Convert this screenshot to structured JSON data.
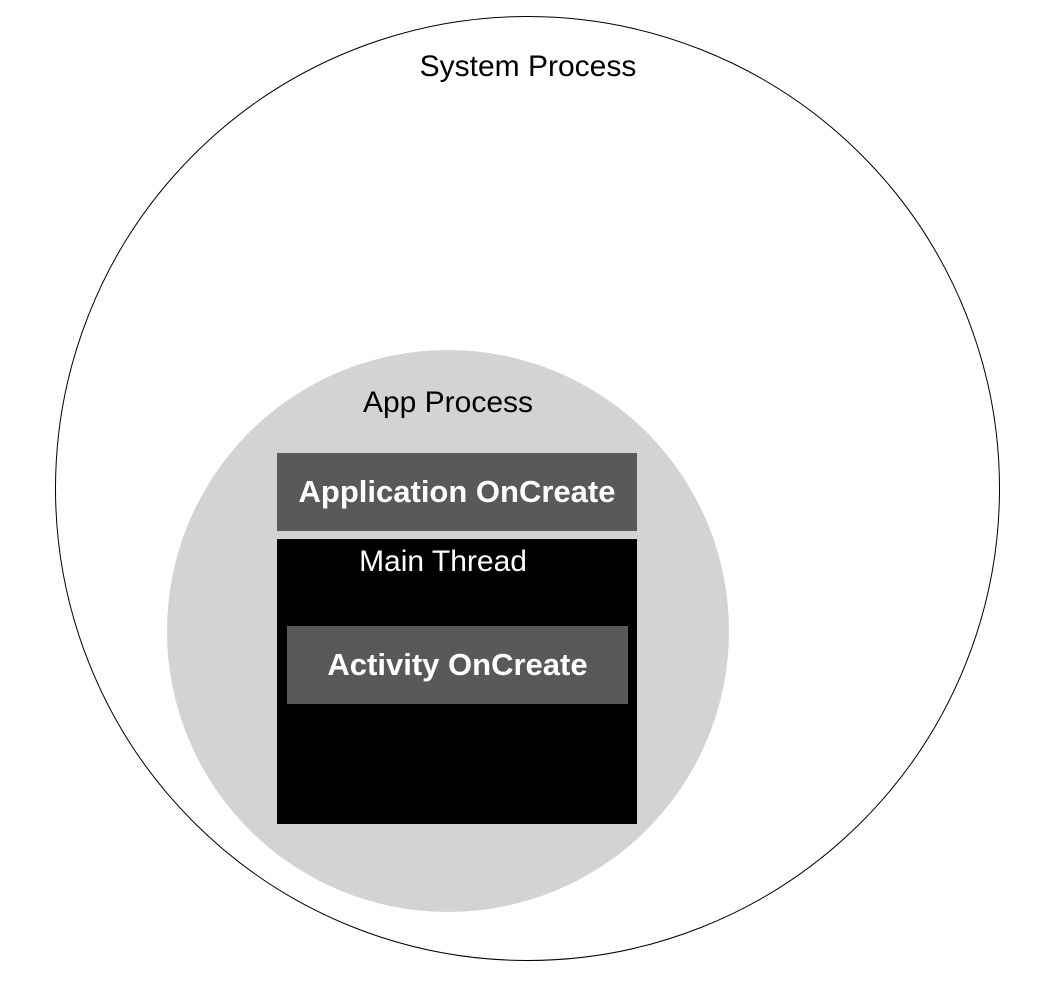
{
  "colors": {
    "page_background": "#ffffff",
    "outer_circle_fill": "#ffffff",
    "outer_circle_stroke": "#000000",
    "app_circle_fill": "#d3d3d3",
    "oncreate_box_fill": "#595959",
    "main_thread_box_fill": "#000000",
    "label_dark": "#000000",
    "label_light": "#ffffff"
  },
  "diagram": {
    "system_process": {
      "label": "System Process"
    },
    "app_process": {
      "label": "App Process"
    },
    "application_oncreate": {
      "label": "Application OnCreate"
    },
    "main_thread": {
      "label": "Main Thread"
    },
    "activity_oncreate": {
      "label": "Activity OnCreate"
    }
  }
}
